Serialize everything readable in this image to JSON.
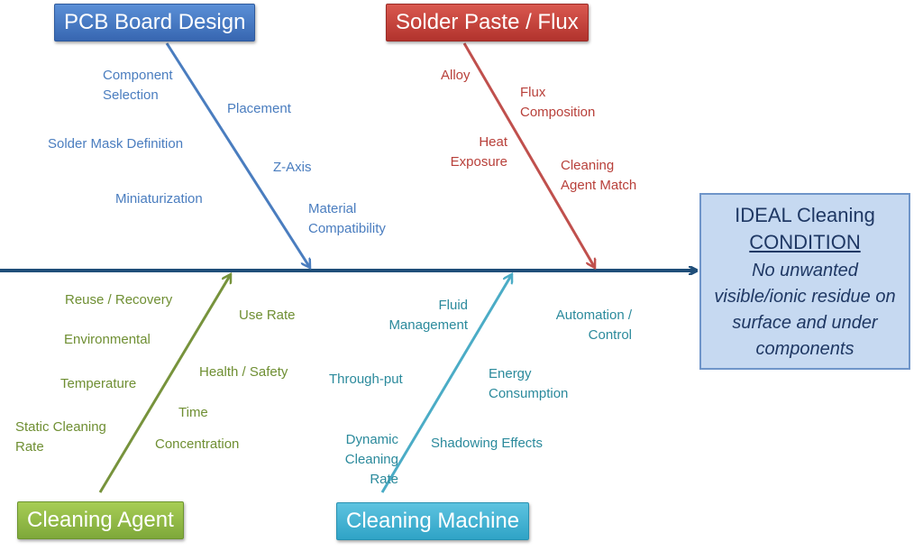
{
  "categories": {
    "pcb": "PCB Board Design",
    "solder": "Solder Paste / Flux",
    "agent": "Cleaning Agent",
    "machine": "Cleaning Machine"
  },
  "pcb_causes": {
    "component_line1": "Component",
    "component_line2": "Selection",
    "placement": "Placement",
    "solder_mask": "Solder Mask Definition",
    "z_axis": "Z-Axis",
    "miniaturization": "Miniaturization",
    "material_line1": "Material",
    "material_line2": "Compatibility"
  },
  "solder_causes": {
    "alloy": "Alloy",
    "flux_line1": "Flux",
    "flux_line2": "Composition",
    "heat_line1": "Heat",
    "heat_line2": "Exposure",
    "cleaning_line1": "Cleaning",
    "cleaning_line2": "Agent Match"
  },
  "agent_causes": {
    "reuse": "Reuse  / Recovery",
    "use_rate": "Use Rate",
    "environmental": "Environmental",
    "health": "Health / Safety",
    "temperature": "Temperature",
    "time": "Time",
    "static_line1": "Static Cleaning",
    "static_line2": "Rate",
    "concentration": "Concentration"
  },
  "machine_causes": {
    "fluid_line1": "Fluid",
    "fluid_line2": "Management",
    "automation_line1": "Automation /",
    "automation_line2": "Control",
    "throughput": "Through-put",
    "energy_line1": "Energy",
    "energy_line2": "Consumption",
    "dynamic_line1": "Dynamic",
    "dynamic_line2": "Cleaning",
    "dynamic_line3": "Rate",
    "shadowing": "Shadowing Effects"
  },
  "effect": {
    "title": "IDEAL Cleaning",
    "subtitle": "CONDITION",
    "description": "No unwanted visible/ionic residue on surface and under components"
  },
  "colors": {
    "spine": "#1f4e79",
    "blue": "#4a7dbf",
    "red": "#c0504d",
    "green": "#77933c",
    "cyan": "#4bacc6"
  }
}
